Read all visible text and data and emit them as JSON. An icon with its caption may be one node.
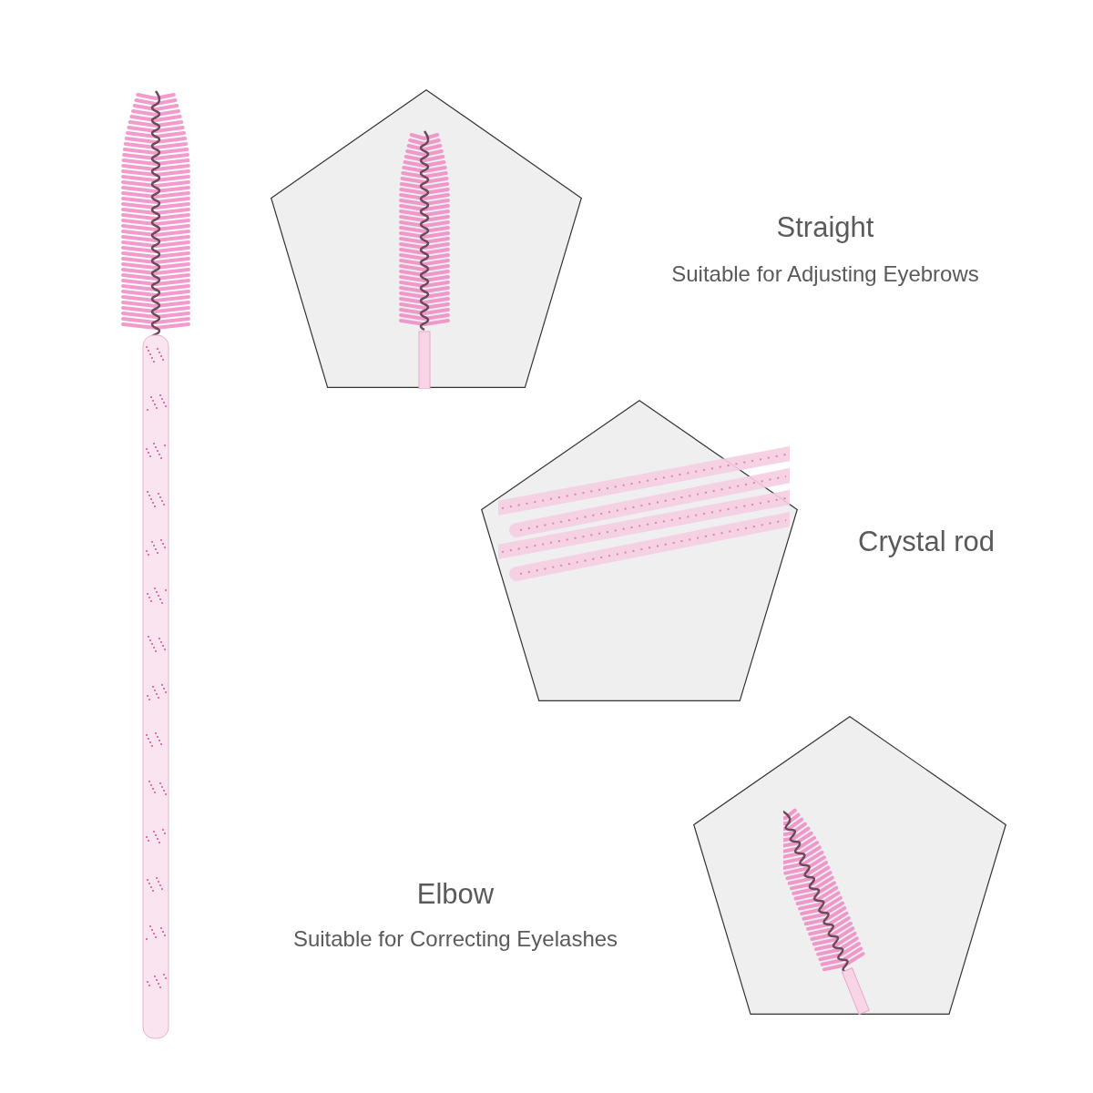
{
  "diagram": {
    "nodes": [
      {
        "text": [],
        "shape": "pentagon",
        "beside": [
          "Straight",
          "Suitable for Adjusting Eyebrows"
        ]
      },
      {
        "text": [],
        "shape": "pentagon",
        "beside": [
          "Crystal rod"
        ]
      },
      {
        "text": [],
        "shape": "pentagon",
        "beside": [
          "Elbow",
          "Suitable for Correcting Eyelashes"
        ]
      }
    ]
  }
}
